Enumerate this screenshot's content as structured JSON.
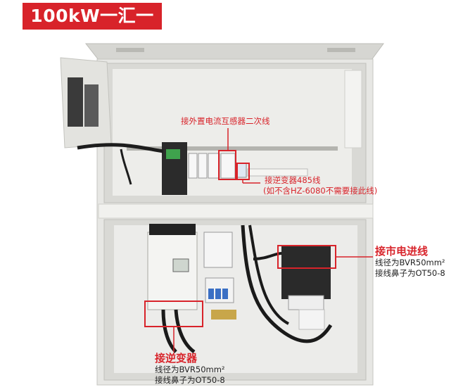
{
  "banner": {
    "title": "100kW一汇一"
  },
  "callouts": {
    "ct_secondary": "接外置电流互感器二次线",
    "inverter_485": "接逆变器485线",
    "inverter_485_note": "(如不含HZ-6080不需要接此线)",
    "grid_in": {
      "title": "接市电进线",
      "line1": "线径为BVR50mm²",
      "line2": "接线鼻子为OT50-8"
    },
    "inverter_in": {
      "title": "接逆变器",
      "line1": "线径为BVR50mm²",
      "line2": "接线鼻子为OT50-8"
    }
  },
  "colors": {
    "accent": "#d8232a",
    "cabinet": "#e6e6e3",
    "panel": "#efefec"
  }
}
